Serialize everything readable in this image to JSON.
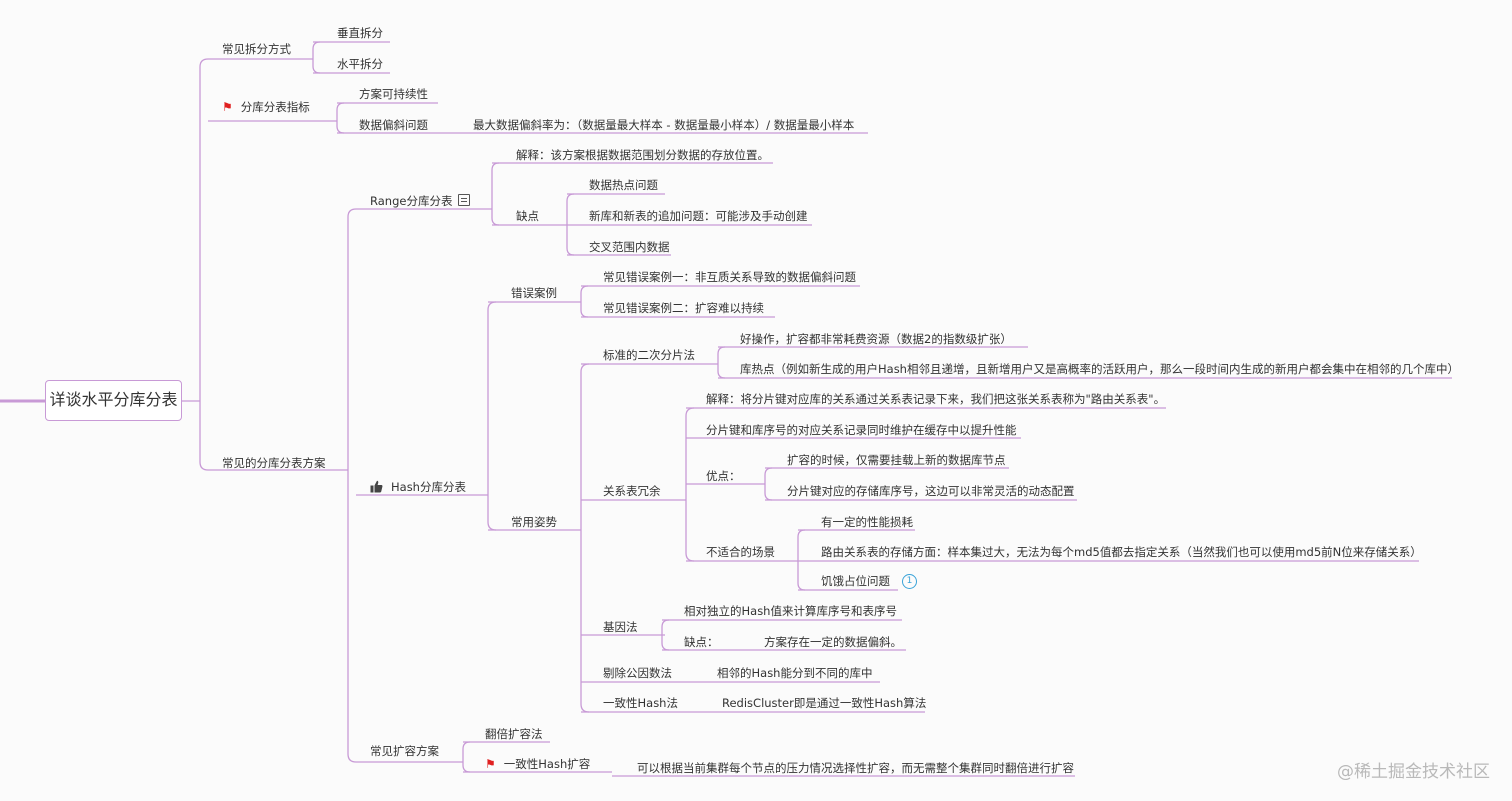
{
  "mindmap": {
    "root": "详谈水平分库分表",
    "split_methods": {
      "label": "常见拆分方式",
      "vertical": "垂直拆分",
      "horizontal": "水平拆分"
    },
    "metrics": {
      "label": "分库分表指标",
      "flag_icon": "red-flag-icon",
      "sustainable": "方案可持续性",
      "skew": "数据偏斜问题",
      "skew_formula": "最大数据偏斜率为：（数据量最大样本 - 数据量最小样本）/ 数据量最小样本"
    },
    "schemes": {
      "label": "常见的分库分表方案",
      "range": {
        "label": "Range分库分表",
        "note_icon": "note-icon",
        "explain": "解释：该方案根据数据范围划分数据的存放位置。",
        "cons_label": "缺点",
        "cons": [
          "数据热点问题",
          "新库和新表的追加问题：可能涉及手动创建",
          "交叉范围内数据"
        ]
      },
      "hash": {
        "label": "Hash分库分表",
        "thumb_icon": "thumbs-up-icon",
        "errors_label": "错误案例",
        "errors": [
          "常见错误案例一：非互质关系导致的数据偏斜问题",
          "常见错误案例二：扩容难以持续"
        ],
        "usage_label": "常用姿势",
        "binary": {
          "label": "标准的二次分片法",
          "items": [
            "好操作，扩容都非常耗费资源（数据2的指数级扩张）",
            "库热点（例如新生成的用户Hash相邻且递增，且新增用户又是高概率的活跃用户，那么一段时间内生成的新用户都会集中在相邻的几个库中）"
          ]
        },
        "relation": {
          "label": "关系表冗余",
          "explain": "解释：将分片键对应库的关系通过关系表记录下来，我们把这张关系表称为\"路由关系表\"。",
          "cache": "分片键和库序号的对应关系记录同时维护在缓存中以提升性能",
          "pros_label": "优点：",
          "pros": [
            "扩容的时候，仅需要挂载上新的数据库节点",
            "分片键对应的存储库序号，这边可以非常灵活的动态配置"
          ],
          "unsuitable_label": "不适合的场景",
          "unsuitable": [
            "有一定的性能损耗",
            "路由关系表的存储方面：样本集过大，无法为每个md5值都去指定关系（当然我们也可以使用md5前N位来存储关系）",
            "饥饿占位问题"
          ],
          "badge": "1"
        },
        "gene": {
          "label": "基因法",
          "item": "相对独立的Hash值来计算库序号和表序号",
          "cons_label": "缺点：",
          "cons": "方案存在一定的数据偏斜。"
        },
        "gcd": {
          "label": "剔除公因数法",
          "item": "相邻的Hash能分到不同的库中"
        },
        "consistent": {
          "label": "一致性Hash法",
          "item": "RedisCluster即是通过一致性Hash算法"
        }
      }
    },
    "scaling": {
      "label": "常见扩容方案",
      "double": "翻倍扩容法",
      "consistent": "一致性Hash扩容",
      "flag_icon": "red-flag-icon",
      "consistent_desc": "可以根据当前集群每个节点的压力情况选择性扩容，而无需整个集群同时翻倍进行扩容"
    }
  },
  "watermark": "@稀土掘金技术社区",
  "colors": {
    "line": "#c89ad6",
    "flag": "#e02020",
    "badge": "#3aa3d8"
  }
}
